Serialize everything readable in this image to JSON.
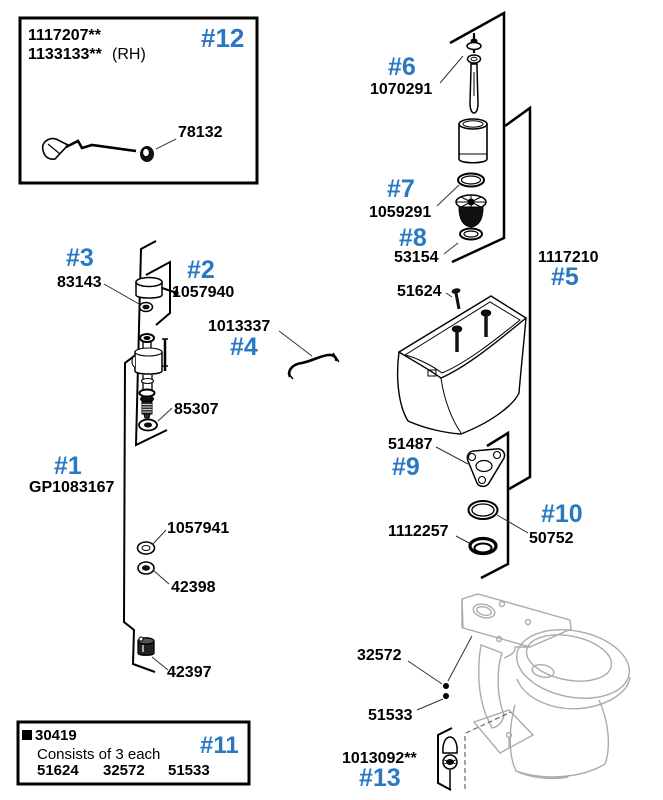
{
  "colors": {
    "accent_blue": "#2878C3",
    "ink": "#000000",
    "bowl_gray": "#ABABAB"
  },
  "box12": {
    "ref": "#12",
    "num1": "1117207**",
    "num2": "1133133**",
    "suffix": "(RH)",
    "lever_nut": "78132"
  },
  "flush_valve": {
    "ref6": "#6",
    "num6": "1070291",
    "ref7": "#7",
    "num7": "1059291",
    "ref8": "#8",
    "num8": "53154"
  },
  "tank_group": {
    "num5": "1117210",
    "ref5": "#5",
    "bolt": "51624"
  },
  "fill_valve": {
    "ref3": "#3",
    "num3": "83143",
    "ref2": "#2",
    "num2": "1057940",
    "num4": "1013337",
    "ref4": "#4",
    "gasket": "85307",
    "ref1": "#1",
    "num1": "GP1083167",
    "washer1": "1057941",
    "washer2": "42398",
    "cap": "42397"
  },
  "outlet": {
    "num9": "51487",
    "ref9": "#9",
    "num10": "50752",
    "ref10": "#10",
    "seal": "1112257"
  },
  "bowl_group": {
    "bolt": "32572",
    "nut": "51533",
    "num13": "1013092**",
    "ref13": "#13"
  },
  "box11": {
    "kit": "30419",
    "ref": "#11",
    "note": "Consists of 3 each",
    "contents": [
      "51624",
      "32572",
      "51533"
    ]
  }
}
